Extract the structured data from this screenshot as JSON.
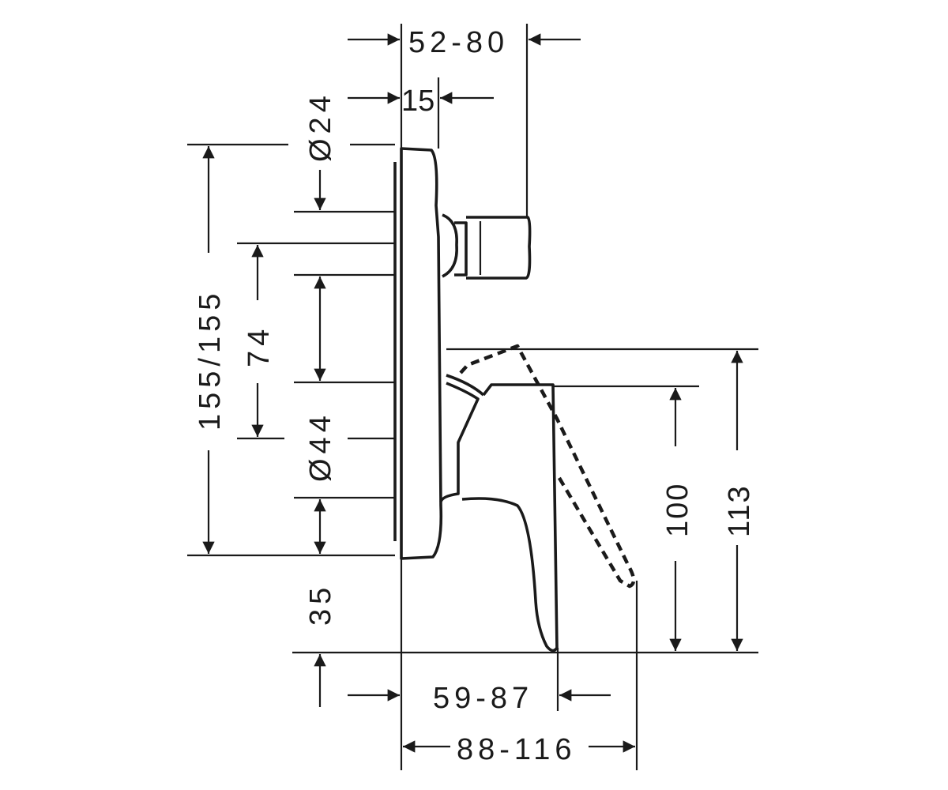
{
  "dimensions": {
    "top_width": "52-80",
    "flange_depth": "15",
    "diameter_top": "Ø24",
    "total_height": "155/155",
    "mid_height": "74",
    "diameter_mid": "Ø44",
    "bottom_offset": "35",
    "lever_height_1": "100",
    "lever_height_2": "113",
    "lever_depth": "59-87",
    "total_depth": "88-116"
  }
}
